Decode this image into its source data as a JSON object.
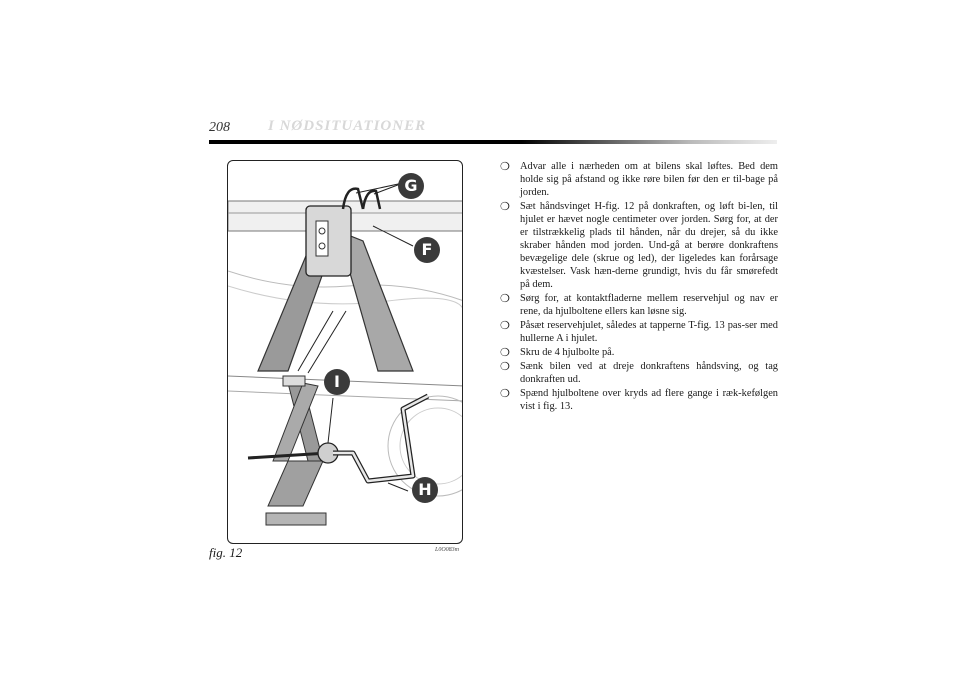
{
  "header": {
    "page_number": "208",
    "section_title": "I NØDSITUATIONER"
  },
  "figure": {
    "caption": "fig. 12",
    "code": "L0O083m",
    "callouts": [
      "G",
      "F",
      "I",
      "H"
    ]
  },
  "instructions": [
    "Advar alle i nærheden om at bilens skal løftes. Bed dem holde sig på afstand og ikke røre bilen før den er til-bage på jorden.",
    "Sæt håndsvinget H-fig. 12 på donkraften, og løft bi-len, til hjulet er hævet nogle centimeter over jorden. Sørg for, at der er tilstrækkelig plads til hånden, når du drejer, så du ikke skraber hånden mod jorden. Und-gå at berøre donkraftens bevægelige dele (skrue og led), der ligeledes kan forårsage kvæstelser. Vask hæn-derne grundigt, hvis du får smørefedt på dem.",
    "Sørg for, at kontaktfladerne mellem reservehjul og nav er rene, da hjulboltene ellers kan løsne sig.",
    "Påsæt reservehjulet, således at tapperne T-fig. 13 pas-ser med hullerne A i hjulet.",
    "Skru de 4 hjulbolte på.",
    "Sænk bilen ved at dreje donkraftens håndsving, og tag donkraften ud.",
    "Spænd hjulboltene over kryds ad flere gange i ræk-kefølgen vist i fig. 13."
  ],
  "bullet_glyph": "❍"
}
